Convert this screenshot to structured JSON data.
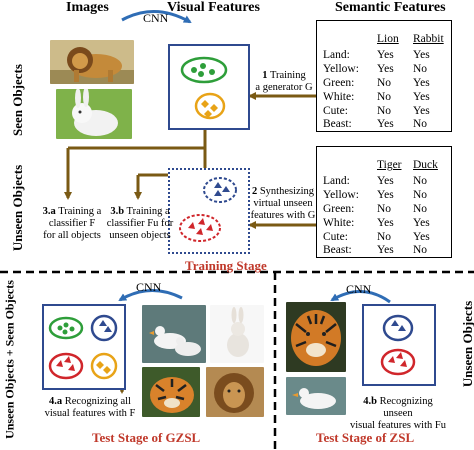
{
  "headers": {
    "images": "Images",
    "cnn_top": "CNN",
    "visual_features": "Visual Features",
    "semantic_features": "Semantic Features"
  },
  "side_labels": {
    "seen_objects": "Seen Objects",
    "unseen_objects": "Unseen Objects",
    "unseen_plus_seen": "Unseen Objects + Seen Objects",
    "unseen_objects_right": "Unseen Objects"
  },
  "seen_table": {
    "columns": [
      "",
      "Lion",
      "Rabbit"
    ],
    "rows": [
      [
        "Land:",
        "Yes",
        "Yes"
      ],
      [
        "Yellow:",
        "Yes",
        "No"
      ],
      [
        "Green:",
        "No",
        "Yes"
      ],
      [
        "White:",
        "No",
        "Yes"
      ],
      [
        "Cute:",
        "No",
        "Yes"
      ],
      [
        "Beast:",
        "Yes",
        "No"
      ]
    ]
  },
  "unseen_table": {
    "columns": [
      "",
      "Tiger",
      "Duck"
    ],
    "rows": [
      [
        "Land:",
        "Yes",
        "No"
      ],
      [
        "Yellow:",
        "Yes",
        "No"
      ],
      [
        "Green:",
        "No",
        "No"
      ],
      [
        "White:",
        "Yes",
        "Yes"
      ],
      [
        "Cute:",
        "No",
        "Yes"
      ],
      [
        "Beast:",
        "Yes",
        "No"
      ]
    ]
  },
  "steps": {
    "s1_num": "1",
    "s1_line1": "Training",
    "s1_line2": "a generator G",
    "s2_num": "2",
    "s2_line1": "Synthesizing",
    "s2_line2": "virtual unseen",
    "s2_line3": "features with G",
    "s3a_num": "3.a",
    "s3a_line1": "Training a",
    "s3a_line2": "classifier F",
    "s3a_line3": "for all objects",
    "s3b_num": "3.b",
    "s3b_line1": "Training a",
    "s3b_line2": "classifier Fu for",
    "s3b_line3": "unseen objects",
    "s4a_num": "4.a",
    "s4a_line1": "Recognizing all",
    "s4a_line2": "visual features with F",
    "s4b_num": "4.b",
    "s4b_line1": "Recognizing unseen",
    "s4b_line2": "visual features with Fu"
  },
  "stages": {
    "training": "Training Stage",
    "gzsl": "Test Stage of GZSL",
    "zsl": "Test Stage of ZSL"
  },
  "cnn_labels": {
    "gzsl": "CNN",
    "zsl": "CNN"
  },
  "colors": {
    "arrow_brown": "#7a5a14",
    "box_blue": "#2f4a8f",
    "stage_red": "#c0392b",
    "green_class": "#2e9e3a",
    "orange_class": "#e8a317",
    "blue_class": "#2f4a8f",
    "red_class": "#d0262b"
  }
}
